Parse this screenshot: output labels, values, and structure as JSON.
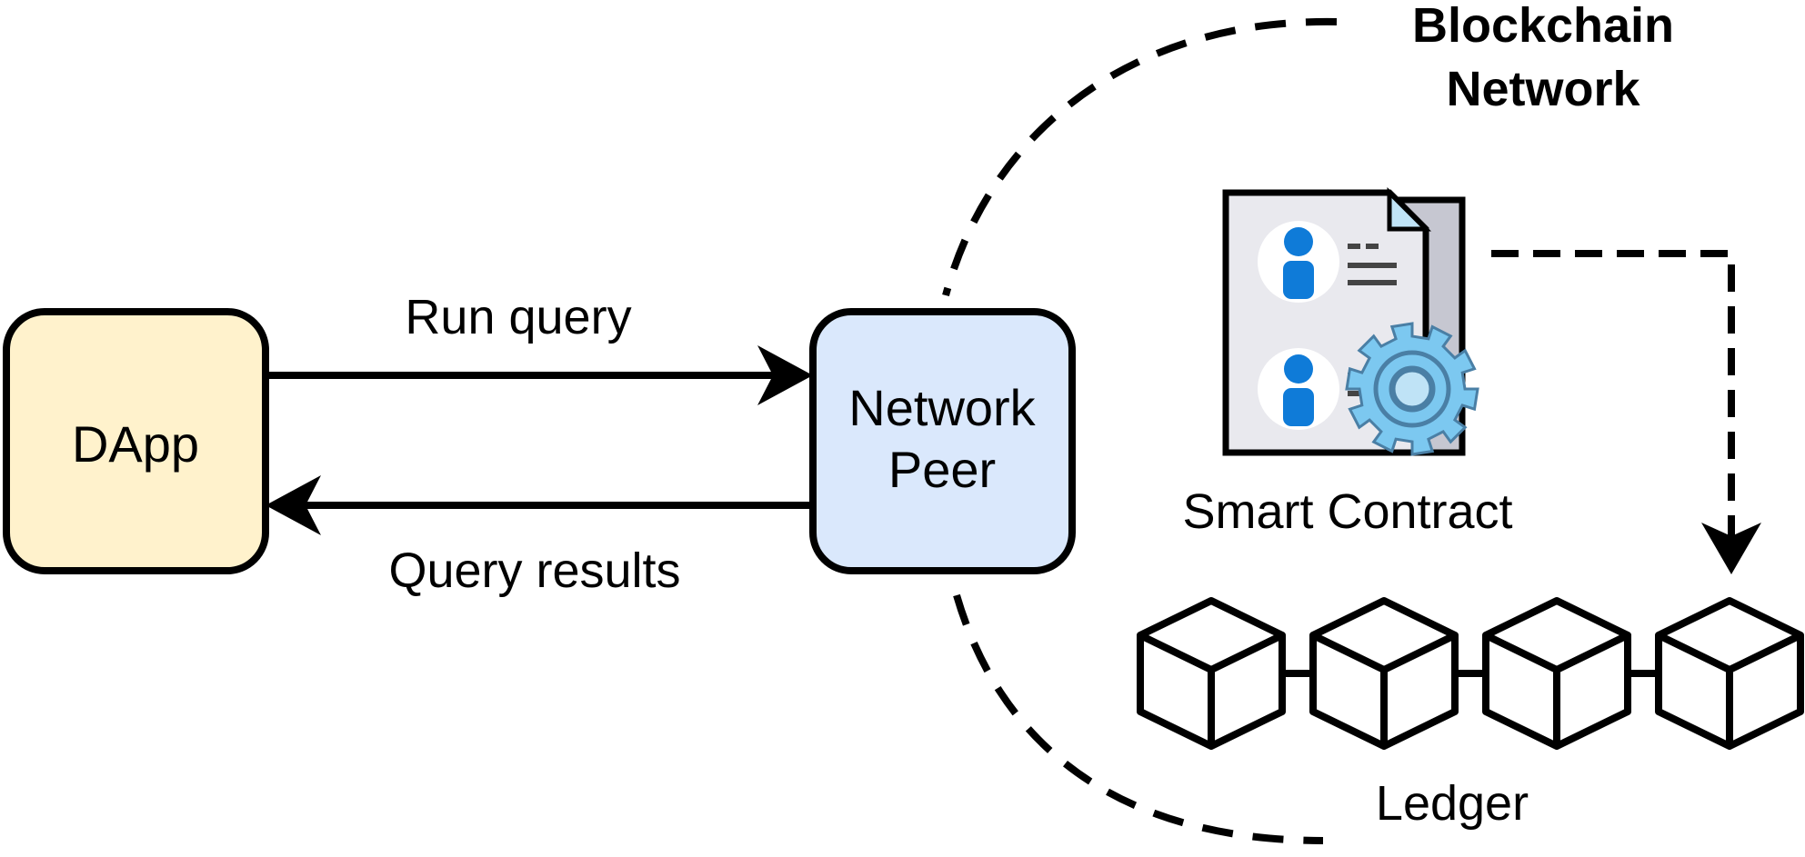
{
  "nodes": {
    "dapp": {
      "label": "DApp",
      "fill": "#FFF2CC"
    },
    "peer": {
      "label_line1": "Network",
      "label_line2": "Peer",
      "fill": "#DAE8FC"
    }
  },
  "edges": {
    "run_query": "Run query",
    "query_results": "Query results"
  },
  "network": {
    "title_line1": "Blockchain",
    "title_line2": "Network"
  },
  "smart_contract": {
    "label": "Smart Contract",
    "icon": "contract-document-icon",
    "person_color": "#0F7BD8",
    "gear_color": "#7CC8F0"
  },
  "ledger": {
    "label": "Ledger",
    "block_count": 4,
    "icon": "cube-icon"
  },
  "colors": {
    "stroke": "#000000",
    "background": "#FFFFFF"
  }
}
